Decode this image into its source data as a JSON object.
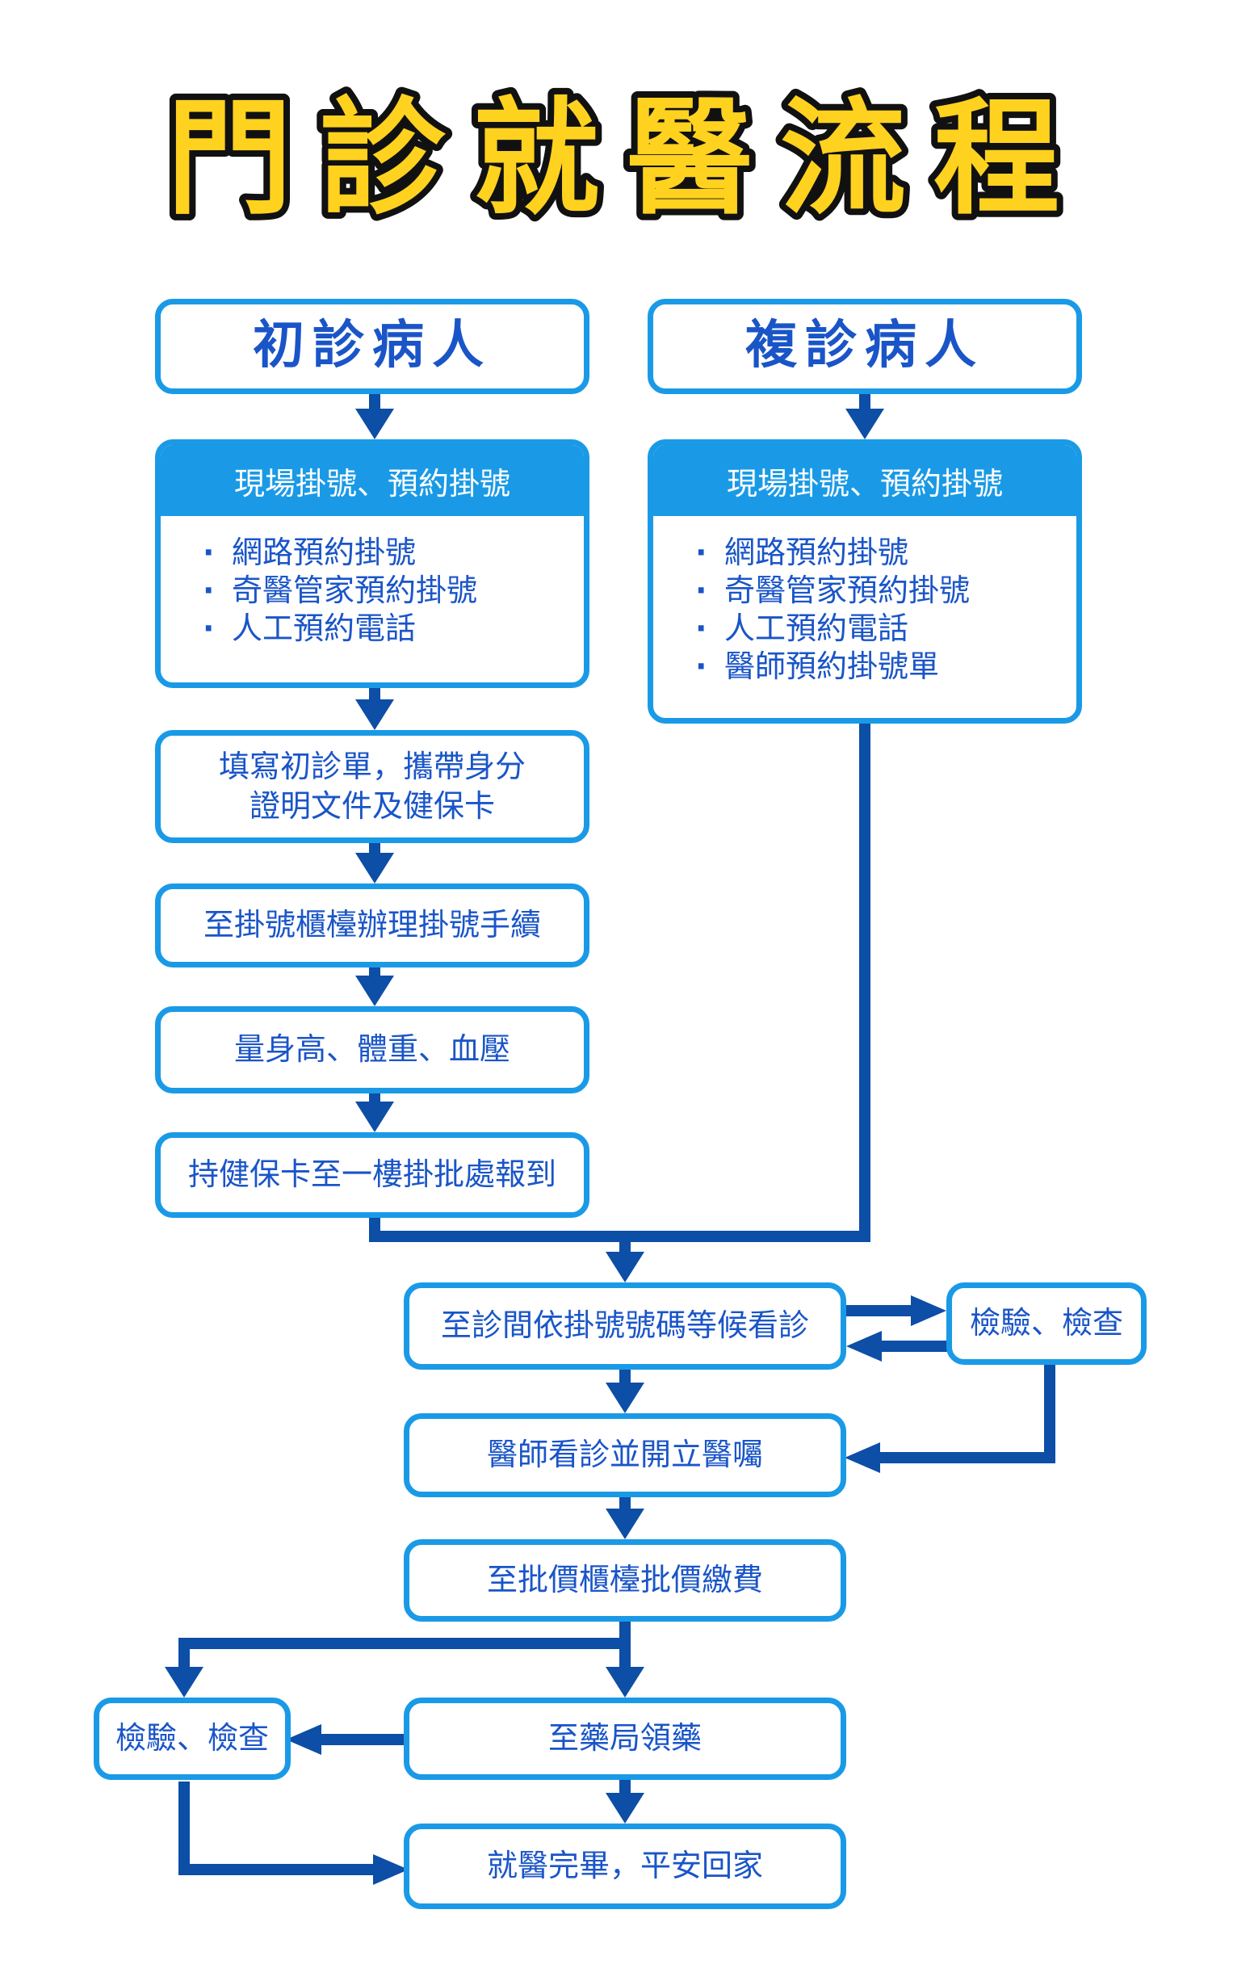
{
  "title": "門診就醫流程",
  "colors": {
    "title_fill": "#ffd21f",
    "title_outline": "#111111",
    "box_border": "#1a9ae6",
    "text": "#1a55c8",
    "arrow": "#0d4ea6"
  },
  "first_visit": {
    "header": "初診病人",
    "card": {
      "title": "現場掛號、預約掛號",
      "items": [
        "網路預約掛號",
        "奇醫管家預約掛號",
        "人工預約電話"
      ]
    },
    "step_fill_form_line1": "填寫初診單，攜帶身分",
    "step_fill_form_line2": "證明文件及健保卡",
    "step_register_counter": "至掛號櫃檯辦理掛號手續",
    "step_measure": "量身高、體重、血壓",
    "step_check_in": "持健保卡至一樓掛批處報到"
  },
  "return_visit": {
    "header": "複診病人",
    "card": {
      "title": "現場掛號、預約掛號",
      "items": [
        "網路預約掛號",
        "奇醫管家預約掛號",
        "人工預約電話",
        "醫師預約掛號單"
      ]
    }
  },
  "common": {
    "wait": "至診間依掛號號碼等候看診",
    "exam_1": "檢驗、檢查",
    "doctor": "醫師看診並開立醫囑",
    "pay": "至批價櫃檯批價繳費",
    "exam_2": "檢驗、檢查",
    "pharmacy": "至藥局領藥",
    "done": "就醫完畢，平安回家"
  }
}
